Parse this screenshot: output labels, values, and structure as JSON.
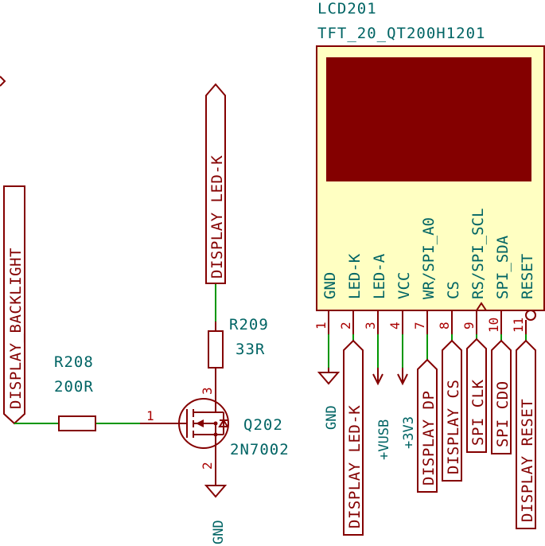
{
  "lcd": {
    "ref": "LCD201",
    "value": "TFT_20_QT200H1201",
    "pins": [
      {
        "name": "GND",
        "num": "1"
      },
      {
        "name": "LED-K",
        "num": "2"
      },
      {
        "name": "LED-A",
        "num": "3"
      },
      {
        "name": "VCC",
        "num": "4"
      },
      {
        "name": "WR/SPI_A0",
        "num": "7"
      },
      {
        "name": "CS",
        "num": "8"
      },
      {
        "name": "RS/SPI_SCL",
        "num": "9"
      },
      {
        "name": "SPI_SDA",
        "num": "10"
      },
      {
        "name": "RESET",
        "num": "11"
      }
    ]
  },
  "net_labels": {
    "display_backlight": "DISPLAY_BACKLIGHT",
    "display_led_k_top": "DISPLAY_LED-K",
    "display_led_k": "DISPLAY_LED-K",
    "display_dp": "DISPLAY_DP",
    "display_cs": "DISPLAY_CS",
    "spi_clk": "SPI_CLK",
    "spi_cdo": "SPI_CDO",
    "display_reset": "DISPLAY_RESET"
  },
  "power": {
    "gnd_q": "GND",
    "gnd_lcd": "GND",
    "vusb": "+VUSB",
    "v3v3": "+3V3"
  },
  "r208": {
    "ref": "R208",
    "value": "200R"
  },
  "r209": {
    "ref": "R209",
    "value": "33R"
  },
  "q202": {
    "ref": "Q202",
    "value": "2N7002",
    "pin_gate": "1",
    "pin_drain": "3",
    "pin_source": "2"
  },
  "colors": {
    "wire": "#009600",
    "symbol": "#840000",
    "body_fill": "#ffffc2",
    "screen": "#840000",
    "text": "#006464"
  }
}
